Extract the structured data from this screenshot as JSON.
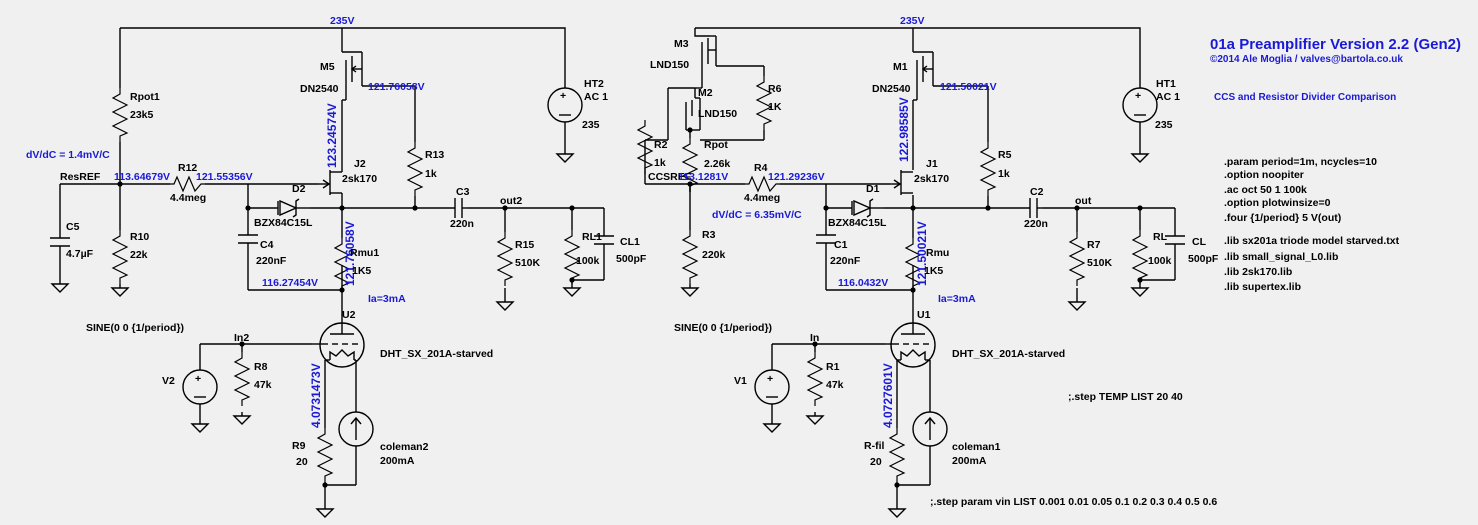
{
  "title": "01a Preamplifier Version 2.2 (Gen2)",
  "copyright": "©2014 Ale Moglia / valves@bartola.co.uk",
  "subtitle": "CCS and Resistor Divider Comparison",
  "directives": [
    ".param period=1m, ncycles=10",
    ".option noopiter",
    ".ac oct 50 1 100k",
    ".option plotwinsize=0",
    ".four {1/period} 5 V(out)",
    ".lib sx201a triode model starved.txt",
    ".lib small_signal_L0.lib",
    ".lib 2sk170.lib",
    ".lib supertex.lib"
  ],
  "step_temp": ";.step TEMP LIST 20 40",
  "step_vin": ";.step param vin LIST 0.001 0.01 0.05 0.1 0.2 0.3 0.4 0.5 0.6",
  "left": {
    "supply": "235V",
    "m5": "M5",
    "m5_model": "DN2540",
    "m5_v": "121.76058V",
    "m5_vert": "123.24574V",
    "rpot1": "Rpot1",
    "rpot1_val": "23k5",
    "dvdc": "dV/dC = 1.4mV/C",
    "resref": "ResREF",
    "resref_v": "113.64679V",
    "r12": "R12",
    "r12_val": "4.4meg",
    "r12_v": "121.55356V",
    "d2": "D2",
    "d2_model": "BZX84C15L",
    "j2": "J2",
    "j2_model": "2sk170",
    "j2_vert": "121.76058V",
    "r13": "R13",
    "r13_val": "1k",
    "c3": "C3",
    "c3_val": "220n",
    "out": "out2",
    "r15": "R15",
    "r15_val": "510K",
    "rl": "RL1",
    "rl_val": "100k",
    "cl": "CL1",
    "cl_val": "500pF",
    "c5": "C5",
    "c5_val": "4.7µF",
    "r10": "R10",
    "r10_val": "22k",
    "c4": "C4",
    "c4_val": "220nF",
    "rmu": "Rmu1",
    "rmu_val": "1K5",
    "cath_v": "116.27454V",
    "ia": "Ia=3mA",
    "ht": "HT2",
    "ht_ac": "AC 1",
    "ht_val": "235",
    "sine": "SINE(0 0 {1/period})",
    "in": "In2",
    "r8": "R8",
    "r8_val": "47k",
    "v": "V2",
    "u": "U2",
    "u_model": "DHT_SX_201A-starved",
    "fil_v": "4.0731473V",
    "rf": "R9",
    "rf_val": "20",
    "isrc": "coleman2",
    "isrc_val": "200mA"
  },
  "right": {
    "supply": "235V",
    "m1": "M1",
    "m1_model": "DN2540",
    "m1_v": "121.50021V",
    "m1_vert": "122.98585V",
    "m3": "M3",
    "m3_model": "LND150",
    "m2": "M2",
    "m2_model": "LND150",
    "r6": "R6",
    "r6_val": "1K",
    "r2": "R2",
    "r2_val": "1k",
    "rpot": "Rpot",
    "rpot_val": "2.26k",
    "ccsref": "CCSREF",
    "ccsref_v": "113.1281V",
    "r4": "R4",
    "r4_val": "4.4meg",
    "r4_v": "121.29236V",
    "dvdc": "dV/dC = 6.35mV/C",
    "d1": "D1",
    "d1_model": "BZX84C15L",
    "j1": "J1",
    "j1_model": "2sk170",
    "j1_vert": "121.50021V",
    "r5": "R5",
    "r5_val": "1k",
    "c2": "C2",
    "c2_val": "220n",
    "out": "out",
    "r7": "R7",
    "r7_val": "510K",
    "rl": "RL",
    "rl_val": "100k",
    "cl": "CL",
    "cl_val": "500pF",
    "r3": "R3",
    "r3_val": "220k",
    "c1": "C1",
    "c1_val": "220nF",
    "rmu": "Rmu",
    "rmu_val": "1K5",
    "cath_v": "116.0432V",
    "ia": "Ia=3mA",
    "ht": "HT1",
    "ht_ac": "AC 1",
    "ht_val": "235",
    "sine": "SINE(0 0 {1/period})",
    "in": "In",
    "r1": "R1",
    "r1_val": "47k",
    "v": "V1",
    "u": "U1",
    "u_model": "DHT_SX_201A-starved",
    "fil_v": "4.0727601V",
    "rf": "R-fil",
    "rf_val": "20",
    "isrc": "coleman1",
    "isrc_val": "200mA"
  }
}
